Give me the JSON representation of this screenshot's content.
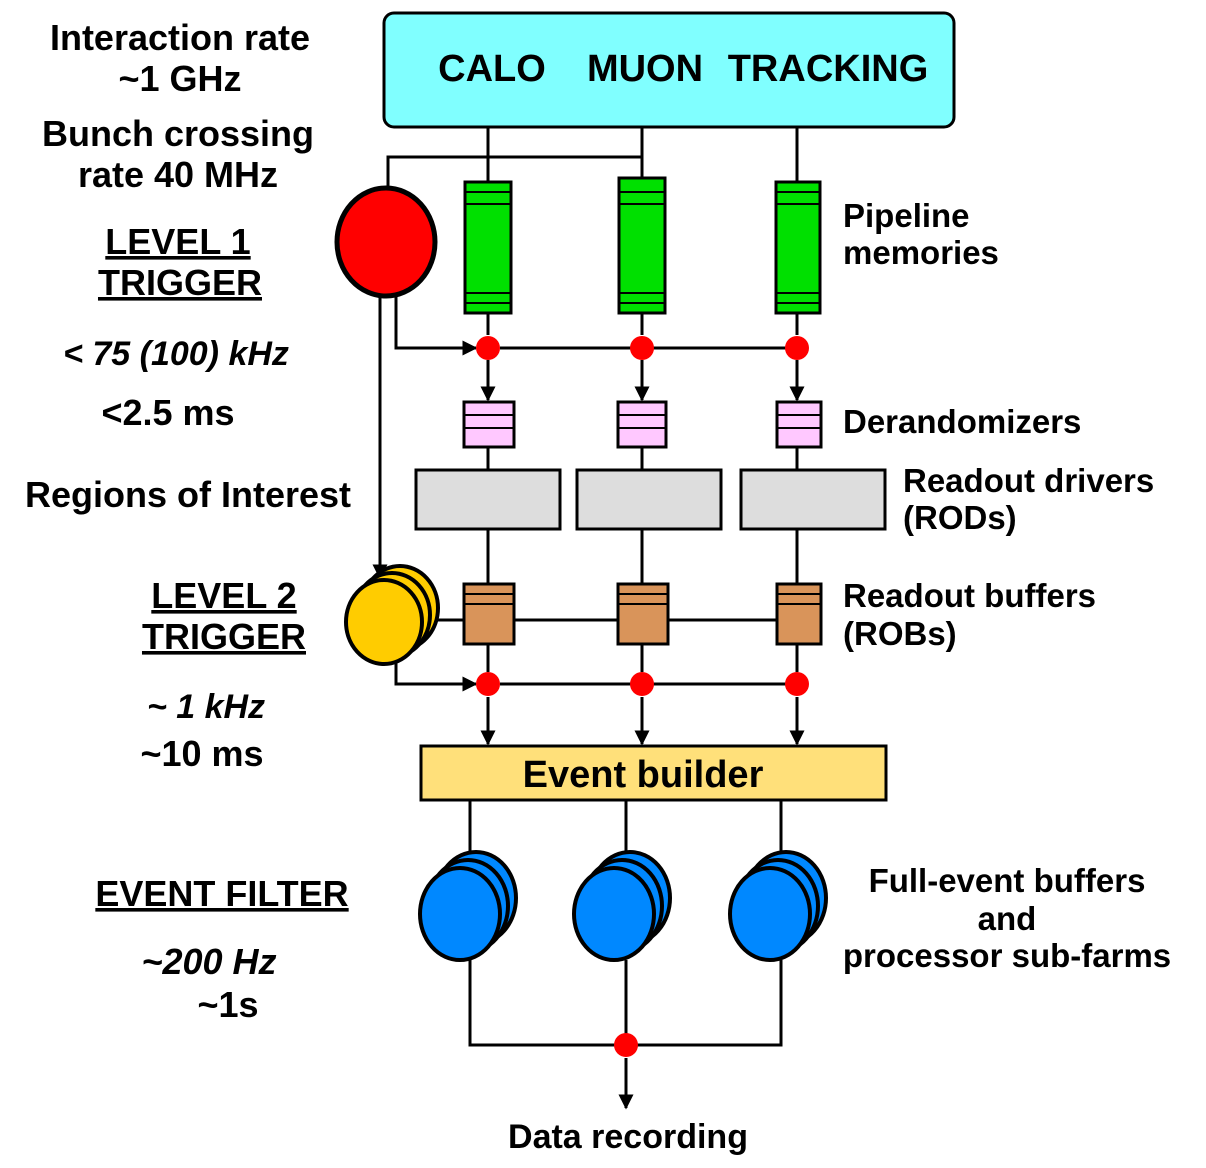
{
  "detectors": {
    "calo": "CALO",
    "muon": "MUON",
    "tracking": "TRACKING",
    "fill": "#80ffff"
  },
  "left": {
    "interaction_rate": [
      "Interaction rate",
      "~1 GHz"
    ],
    "bunch_crossing": [
      "Bunch crossing",
      "rate 40 MHz"
    ],
    "level1": {
      "title": [
        "LEVEL 1",
        "TRIGGER"
      ],
      "rate": "< 75 (100) kHz",
      "latency": "<2.5 ms",
      "color": "#ff0000"
    },
    "roi": "Regions of Interest",
    "level2": {
      "title": [
        "LEVEL 2",
        "TRIGGER"
      ],
      "rate": "~ 1 kHz",
      "latency": "~10 ms",
      "color": "#ffcc00"
    },
    "event_filter": {
      "title": "EVENT FILTER",
      "rate": "~200 Hz",
      "latency": "~1s"
    }
  },
  "right": {
    "pipeline": [
      "Pipeline",
      "memories"
    ],
    "derandomizers": "Derandomizers",
    "rods": [
      "Readout drivers",
      "(RODs)"
    ],
    "robs": [
      "Readout buffers",
      "(ROBs)"
    ],
    "farms": [
      "Full-event buffers",
      "and",
      "processor sub-farms"
    ]
  },
  "event_builder": {
    "label": "Event builder",
    "fill": "#ffe07a"
  },
  "output": "Data recording",
  "colors": {
    "pipeline": "#00e000",
    "derandomizer": "#ffc8ff",
    "rod": "#dddddd",
    "rob": "#d9945a",
    "farm": "#0088ff",
    "junction": "#ff0000"
  }
}
